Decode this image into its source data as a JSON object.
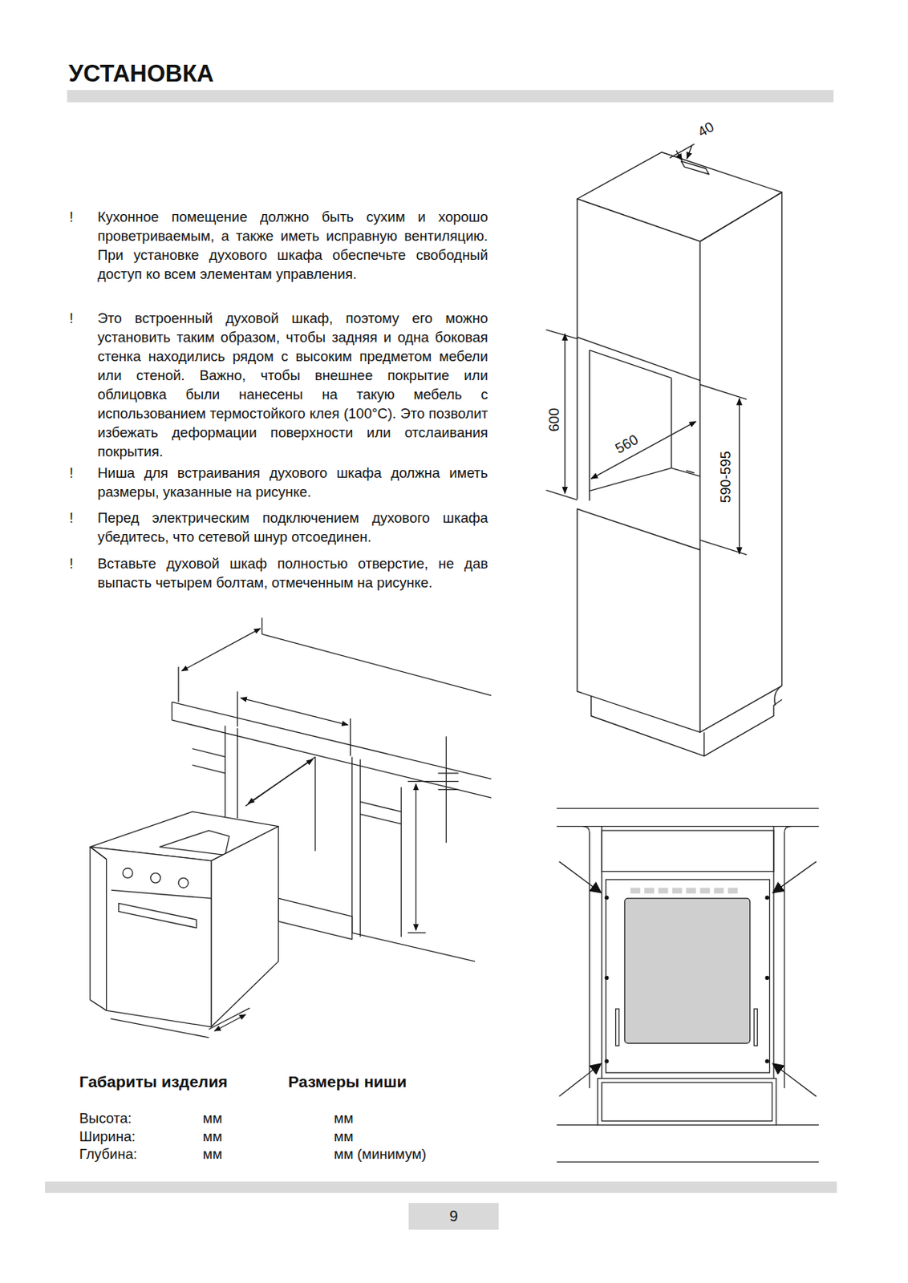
{
  "diagram": {
    "title": "УСТАНОВКА",
    "nodes": [
      {
        "text": [
          "9"
        ]
      }
    ],
    "labels": [
      "!",
      "Кухонное помещение должно быть сухим и хорошо проветриваемым, а также иметь исправную вентиляцию. При установке духового шкафа обеспечьте свободный доступ ко всем элементам управления.",
      "!",
      "Это встроенный духовой шкаф, поэтому его можно установить таким образом, чтобы задняя и одна боковая стенка находились рядом с высоким предметом мебели или стеной. Важно, чтобы внешнее покрытие или облицовка были нанесены на такую мебель с использованием термостойкого клея (100°C). Это позволит избежать деформации поверхности или отслаивания покрытия.",
      "!",
      "Ниша для встраивания духового шкафа должна иметь размеры, указанные на рисунке.",
      "!",
      "Перед электрическим подключением духового шкафа убедитесь, что сетевой шнур отсоединен.",
      "!",
      "Вставьте духовой шкаф полностью отверстие, не дав выпасть четырем болтам, отмеченным на рисунке.",
      "40",
      "600",
      "560",
      "590-595",
      "Габариты изделия",
      "Размеры ниши",
      "Высота:",
      "мм",
      "мм",
      "Ширина:",
      "мм",
      "мм",
      "Глубина:",
      "мм",
      "мм (минимум)"
    ]
  }
}
